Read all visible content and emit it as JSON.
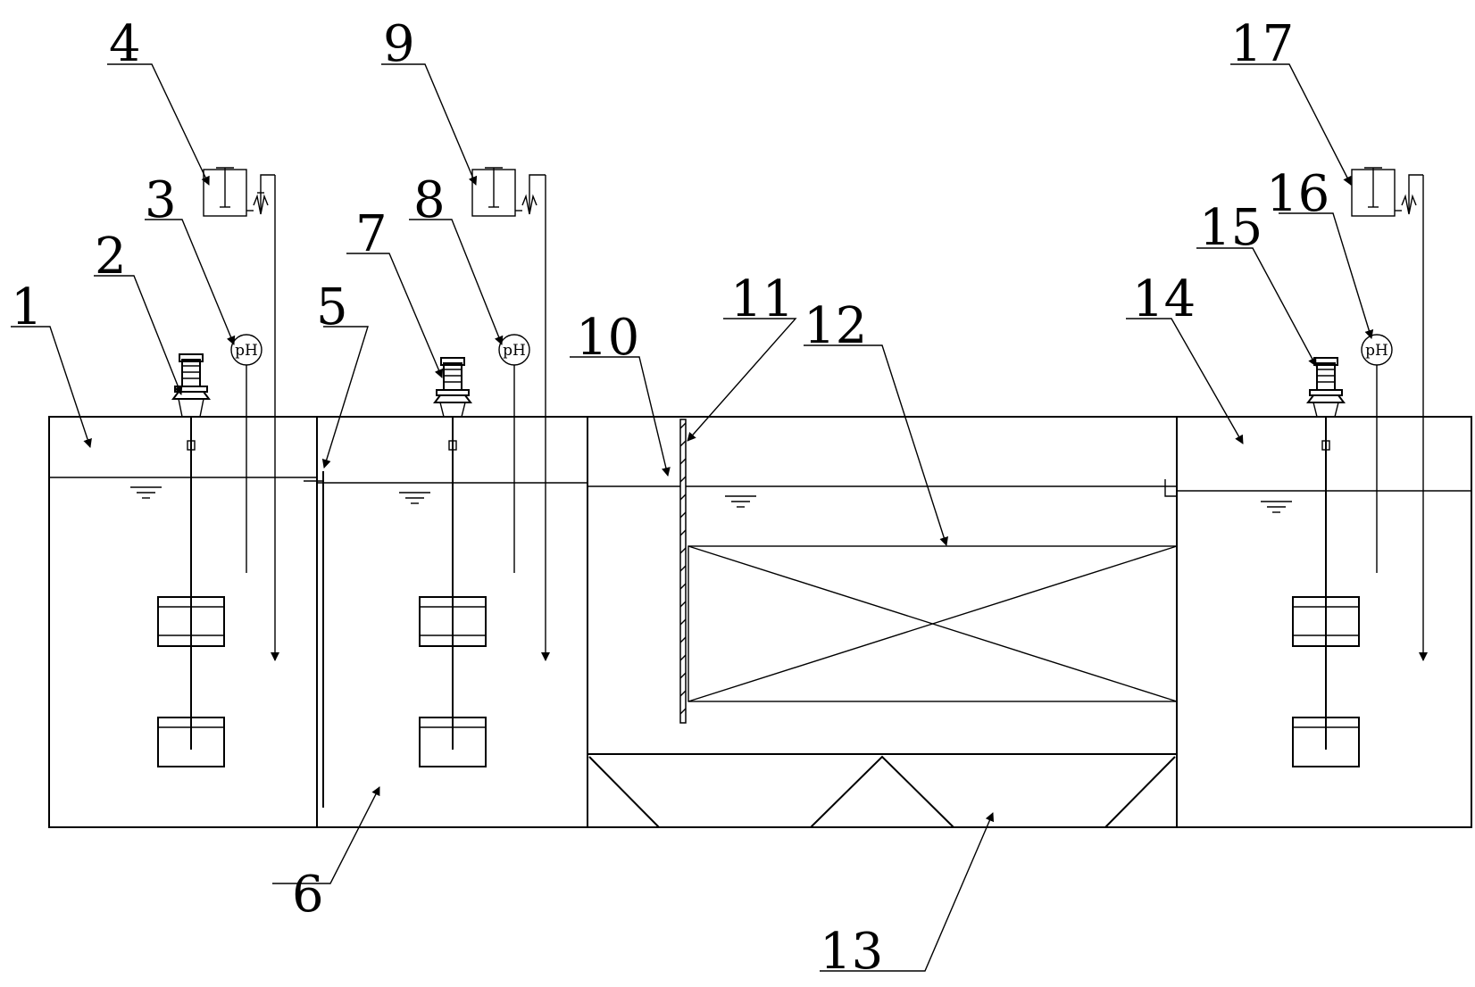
{
  "labels": {
    "l1": "1",
    "l2": "2",
    "l3": "3",
    "l4": "4",
    "l5": "5",
    "l6": "6",
    "l7": "7",
    "l8": "8",
    "l9": "9",
    "l10": "10",
    "l11": "11",
    "l12": "12",
    "l13": "13",
    "l14": "14",
    "l15": "15",
    "l16": "16",
    "l17": "17"
  },
  "probe_text": "pH"
}
